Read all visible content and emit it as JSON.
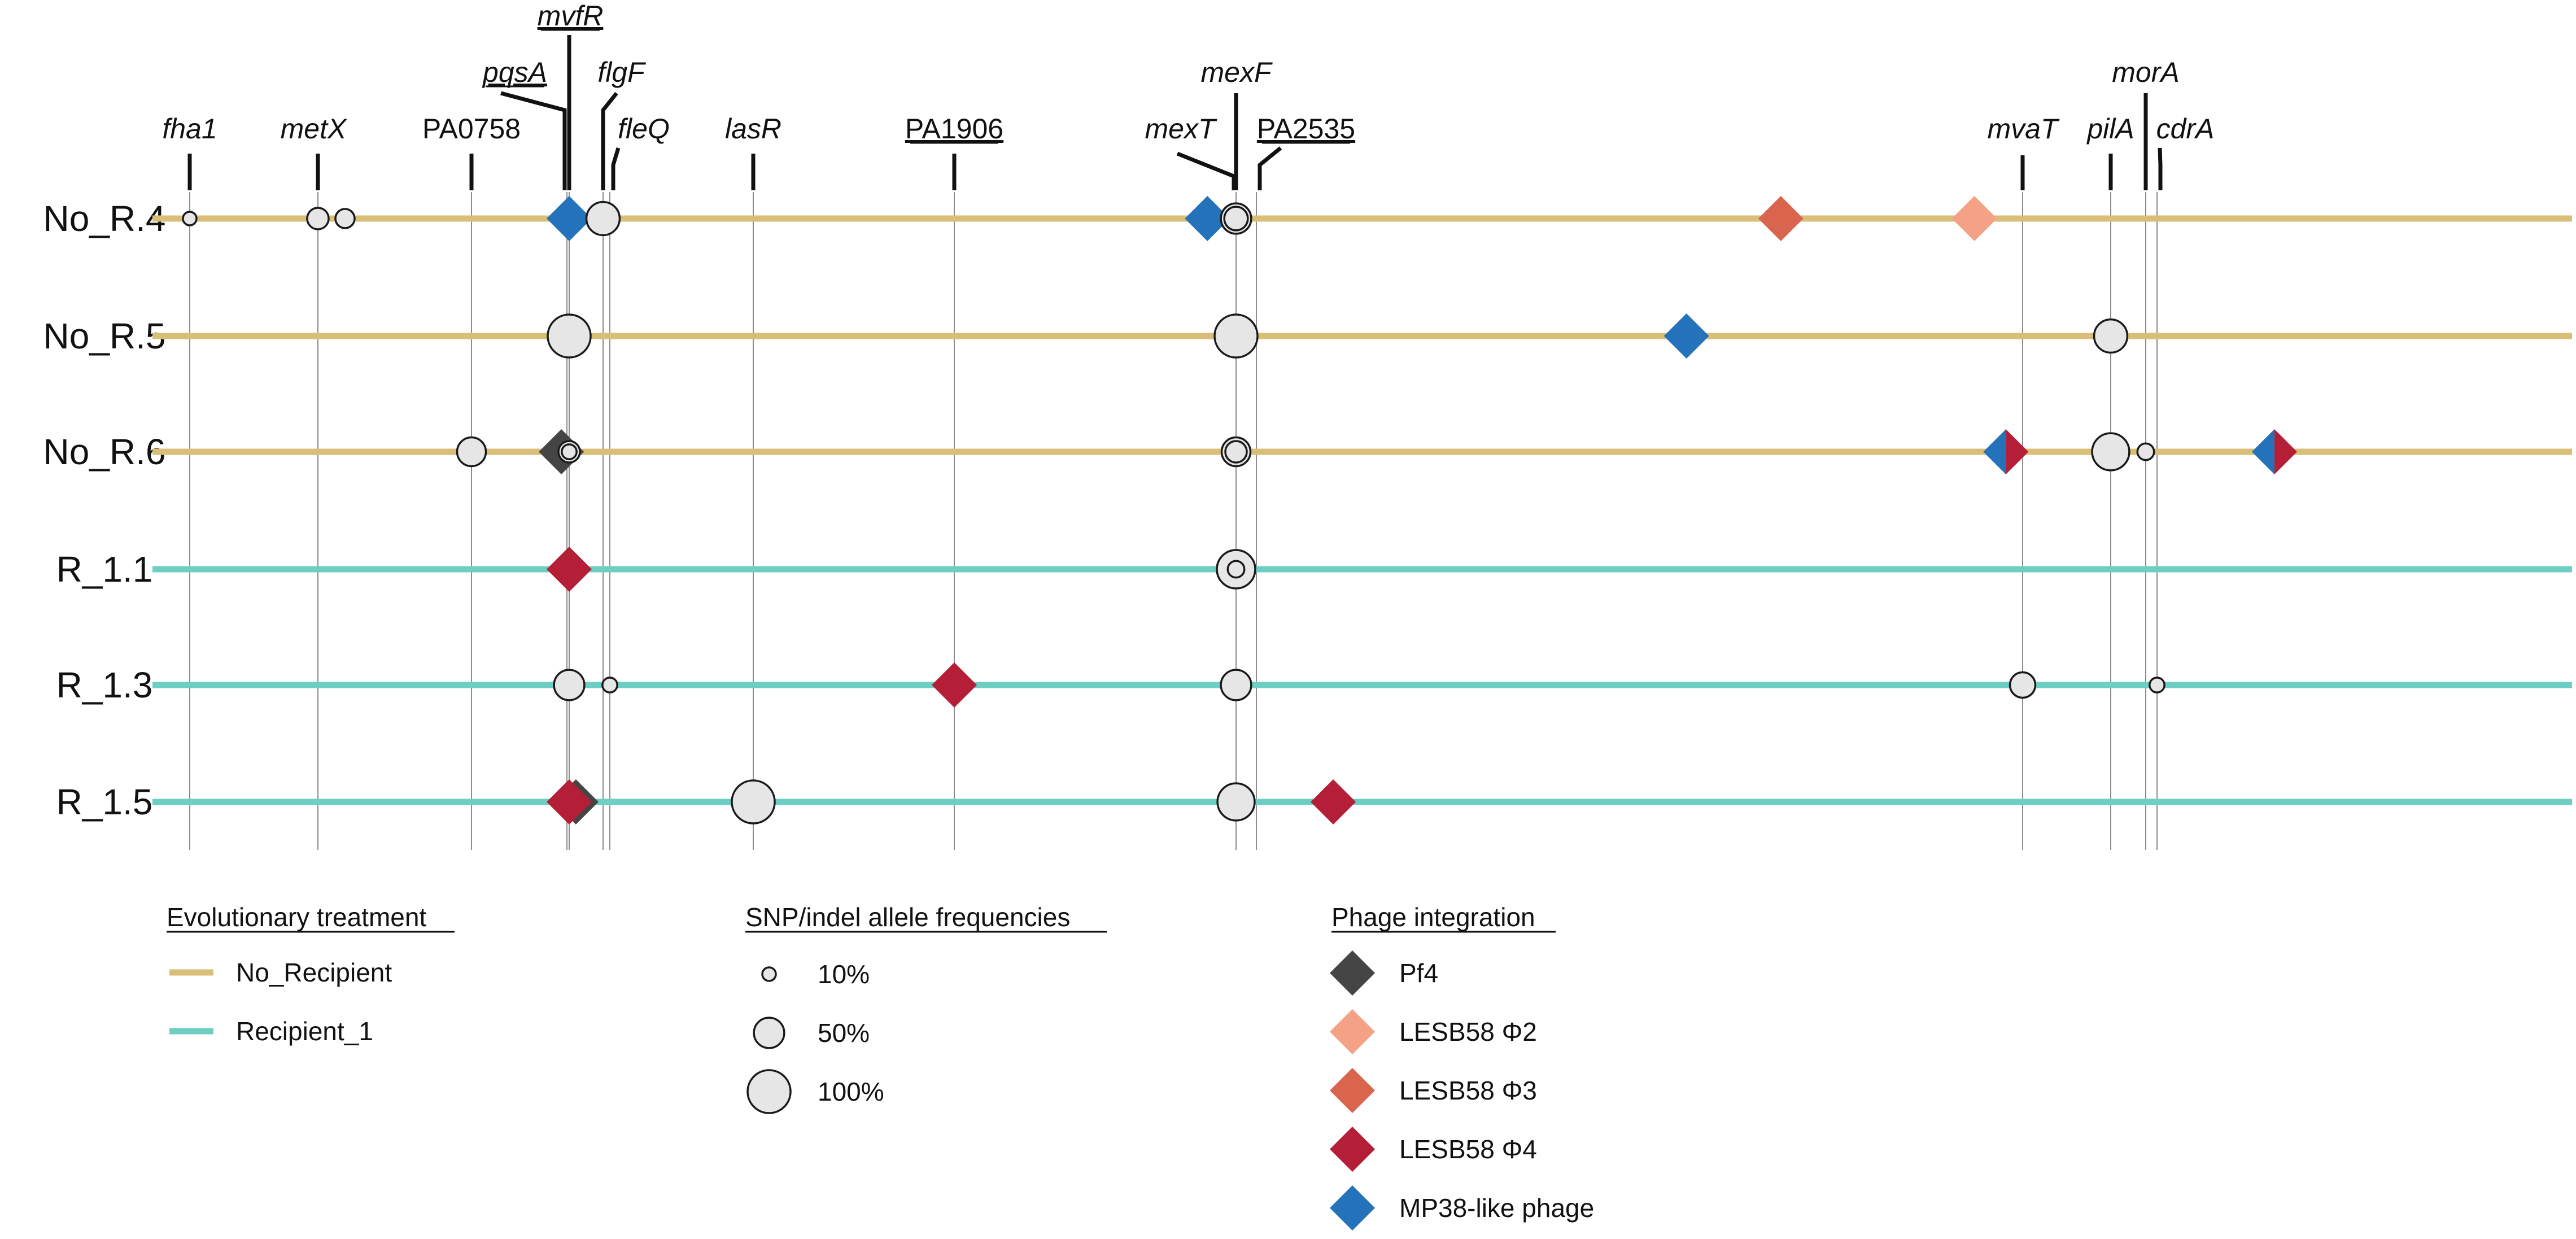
{
  "colors": {
    "no_recipient": "#D9BE78",
    "recipient_1": "#6DCFC3",
    "pf4": "#454545",
    "lesb58_phi2": "#F5A185",
    "lesb58_phi3": "#D9654F",
    "lesb58_phi4": "#B41F37",
    "mp38_like": "#2472B9",
    "snp_fill": "#E6E6E6",
    "snp_stroke": "#1A1A1A",
    "gene_line": "#8C8C8C"
  },
  "genes": [
    {
      "id": "fha1",
      "label": "fha1",
      "italic": true,
      "underline": false
    },
    {
      "id": "metX",
      "label": "metX",
      "italic": true,
      "underline": false
    },
    {
      "id": "PA0758",
      "label": "PA0758",
      "italic": false,
      "underline": false
    },
    {
      "id": "pqsA",
      "label": "pqsA",
      "italic": true,
      "underline": true
    },
    {
      "id": "mvfR",
      "label": "mvfR",
      "italic": true,
      "underline": true
    },
    {
      "id": "flgF",
      "label": "flgF",
      "italic": true,
      "underline": false
    },
    {
      "id": "fleQ",
      "label": "fleQ",
      "italic": true,
      "underline": false
    },
    {
      "id": "lasR",
      "label": "lasR",
      "italic": true,
      "underline": false
    },
    {
      "id": "PA1906",
      "label": "PA1906",
      "italic": false,
      "underline": true
    },
    {
      "id": "mexF",
      "label": "mexF",
      "italic": true,
      "underline": false
    },
    {
      "id": "mexT",
      "label": "mexT",
      "italic": true,
      "underline": false
    },
    {
      "id": "PA2535",
      "label": "PA2535",
      "italic": false,
      "underline": true
    },
    {
      "id": "mvaT",
      "label": "mvaT",
      "italic": true,
      "underline": false
    },
    {
      "id": "pilA",
      "label": "pilA",
      "italic": true,
      "underline": false
    },
    {
      "id": "morA",
      "label": "morA",
      "italic": true,
      "underline": false
    },
    {
      "id": "cdrA",
      "label": "cdrA",
      "italic": true,
      "underline": false
    }
  ],
  "tracks": [
    {
      "label": "No_R.4",
      "treatment": "no_recipient",
      "snps": [
        {
          "gene": "fha1",
          "freq": 10
        },
        {
          "gene": "metX",
          "freq": 25
        },
        {
          "gene": "metX",
          "freq": 20,
          "side": "right"
        },
        {
          "gene": "flgF",
          "freq": 60
        },
        {
          "gene": "mexF",
          "freq": 50
        },
        {
          "gene": "mexF",
          "freq": 30
        }
      ],
      "phages": [
        {
          "type": "mp38_like",
          "gene": "mvfR"
        },
        {
          "type": "mp38_like",
          "pos": 0.436
        },
        {
          "type": "lesb58_phi3",
          "pos": 0.673
        },
        {
          "type": "lesb58_phi2",
          "pos": 0.753
        }
      ]
    },
    {
      "label": "No_R.5",
      "treatment": "no_recipient",
      "snps": [
        {
          "gene": "mvfR",
          "freq": 100
        },
        {
          "gene": "mexF",
          "freq": 100
        },
        {
          "gene": "pilA",
          "freq": 60
        }
      ],
      "phages": [
        {
          "type": "mp38_like",
          "pos": 0.634
        }
      ]
    },
    {
      "label": "No_R.6",
      "treatment": "no_recipient",
      "snps": [
        {
          "gene": "PA0758",
          "freq": 45
        },
        {
          "gene": "mvfR",
          "freq": 25
        },
        {
          "gene": "mvfR",
          "freq": 12
        },
        {
          "gene": "mexF",
          "freq": 45
        },
        {
          "gene": "mexF",
          "freq": 25
        },
        {
          "gene": "pilA",
          "freq": 75
        },
        {
          "gene": "morA",
          "freq": 15
        }
      ],
      "phages": [
        {
          "type": "pf4",
          "pos": 0.169
        },
        {
          "type": "split",
          "pos": 0.766,
          "left": "mp38_like",
          "right": "lesb58_phi4"
        },
        {
          "type": "split",
          "pos": 0.877,
          "left": "mp38_like",
          "right": "lesb58_phi4"
        }
      ]
    },
    {
      "label": "R_1.1",
      "treatment": "recipient_1",
      "snps": [
        {
          "gene": "mexF",
          "freq": 80
        },
        {
          "gene": "mexF",
          "freq": 15
        }
      ],
      "phages": [
        {
          "type": "lesb58_phi4",
          "gene": "mvfR"
        }
      ]
    },
    {
      "label": "R_1.3",
      "treatment": "recipient_1",
      "snps": [
        {
          "gene": "mvfR",
          "freq": 50
        },
        {
          "gene": "fleQ",
          "freq": 12
        },
        {
          "gene": "mexF",
          "freq": 50
        },
        {
          "gene": "mvaT",
          "freq": 35
        },
        {
          "gene": "cdrA",
          "freq": 12
        }
      ],
      "phages": [
        {
          "type": "lesb58_phi4",
          "gene": "PA1906"
        }
      ]
    },
    {
      "label": "R_1.5",
      "treatment": "recipient_1",
      "snps": [
        {
          "gene": "lasR",
          "freq": 100
        },
        {
          "gene": "mexF",
          "freq": 75
        }
      ],
      "phages": [
        {
          "type": "pf4",
          "pos": 0.175
        },
        {
          "type": "lesb58_phi4",
          "gene": "mvfR"
        },
        {
          "type": "lesb58_phi4",
          "pos": 0.488
        }
      ]
    }
  ],
  "legend": {
    "treatment": {
      "title": "Evolutionary treatment",
      "items": [
        {
          "label": "No_Recipient",
          "color_key": "no_recipient"
        },
        {
          "label": "Recipient_1",
          "color_key": "recipient_1"
        }
      ]
    },
    "snp": {
      "title": "SNP/indel allele frequencies",
      "items": [
        {
          "label": "10%",
          "freq": 10
        },
        {
          "label": "50%",
          "freq": 50
        },
        {
          "label": "100%",
          "freq": 100
        }
      ]
    },
    "phage": {
      "title": "Phage integration",
      "items": [
        {
          "label": "Pf4",
          "color_key": "pf4"
        },
        {
          "label": "LESB58 Φ2",
          "color_key": "lesb58_phi2"
        },
        {
          "label": "LESB58 Φ3",
          "color_key": "lesb58_phi3"
        },
        {
          "label": "LESB58 Φ4",
          "color_key": "lesb58_phi4"
        },
        {
          "label": "MP38-like phage",
          "color_key": "mp38_like"
        }
      ]
    }
  }
}
